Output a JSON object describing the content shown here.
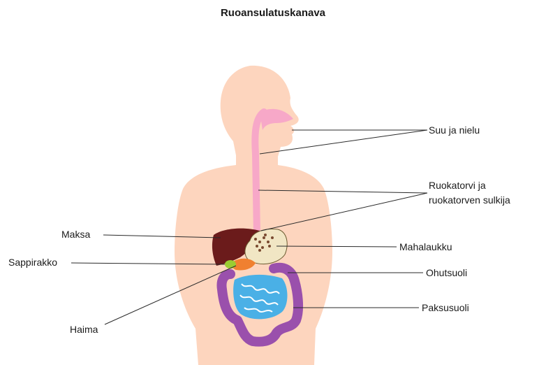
{
  "title": "Ruoansulatuskanava",
  "labels": {
    "mouth_pharynx": "Suu ja nielu",
    "esophagus_line1": "Ruokatorvi ja",
    "esophagus_line2": "ruokatorven sulkija",
    "liver": "Maksa",
    "gallbladder": "Sappirakko",
    "stomach": "Mahalaukku",
    "small_intestine": "Ohutsuoli",
    "large_intestine": "Paksusuoli",
    "pancreas": "Haima"
  },
  "colors": {
    "skin": "#fdd5be",
    "esophagus": "#f7a8c8",
    "liver": "#6b1b1b",
    "stomach": "#f1e6c4",
    "gallbladder": "#9acd32",
    "pancreas": "#f08030",
    "small_intestine": "#4ab0e6",
    "large_intestine": "#9a50ac"
  }
}
